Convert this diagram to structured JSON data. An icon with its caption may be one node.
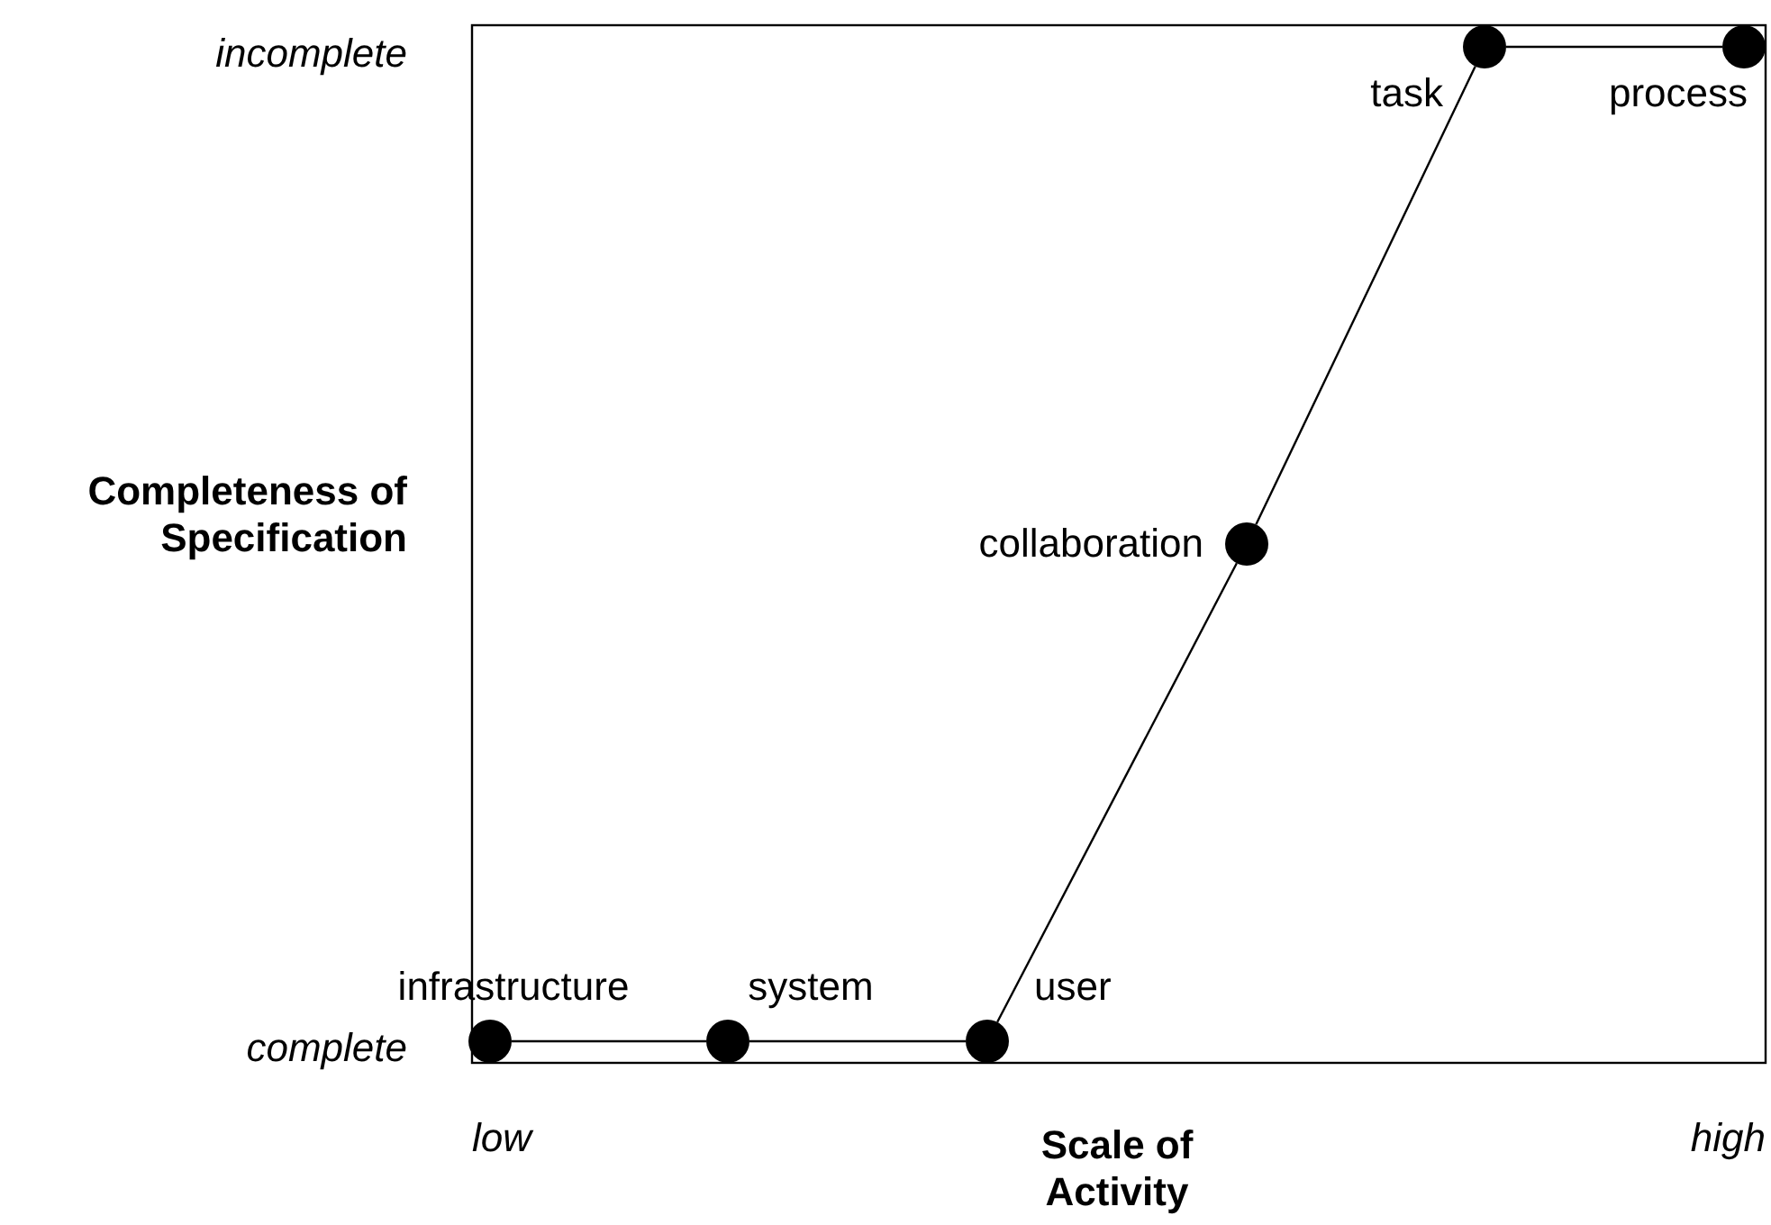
{
  "diagram": {
    "nodes": [
      {
        "text": [],
        "shape": "circle",
        "beside": [
          "infrastructure"
        ]
      },
      {
        "text": [],
        "shape": "circle",
        "beside": [
          "system"
        ]
      },
      {
        "text": [],
        "shape": "circle",
        "beside": [
          "user"
        ]
      },
      {
        "text": [],
        "shape": "circle",
        "beside": [
          "collaboration"
        ]
      },
      {
        "text": [],
        "shape": "circle",
        "beside": [
          "task"
        ]
      },
      {
        "text": [],
        "shape": "circle",
        "beside": [
          "process"
        ]
      }
    ],
    "edges": [
      {
        "from": 0,
        "to": 1,
        "arrow": "none"
      },
      {
        "from": 1,
        "to": 2,
        "arrow": "none"
      },
      {
        "from": 2,
        "to": 3,
        "arrow": "none"
      },
      {
        "from": 3,
        "to": 4,
        "arrow": "none"
      },
      {
        "from": 4,
        "to": 5,
        "arrow": "none"
      }
    ],
    "labels": [
      "incomplete",
      "Completeness of Specification",
      "complete",
      "low",
      "Scale of Activity",
      "high"
    ]
  }
}
